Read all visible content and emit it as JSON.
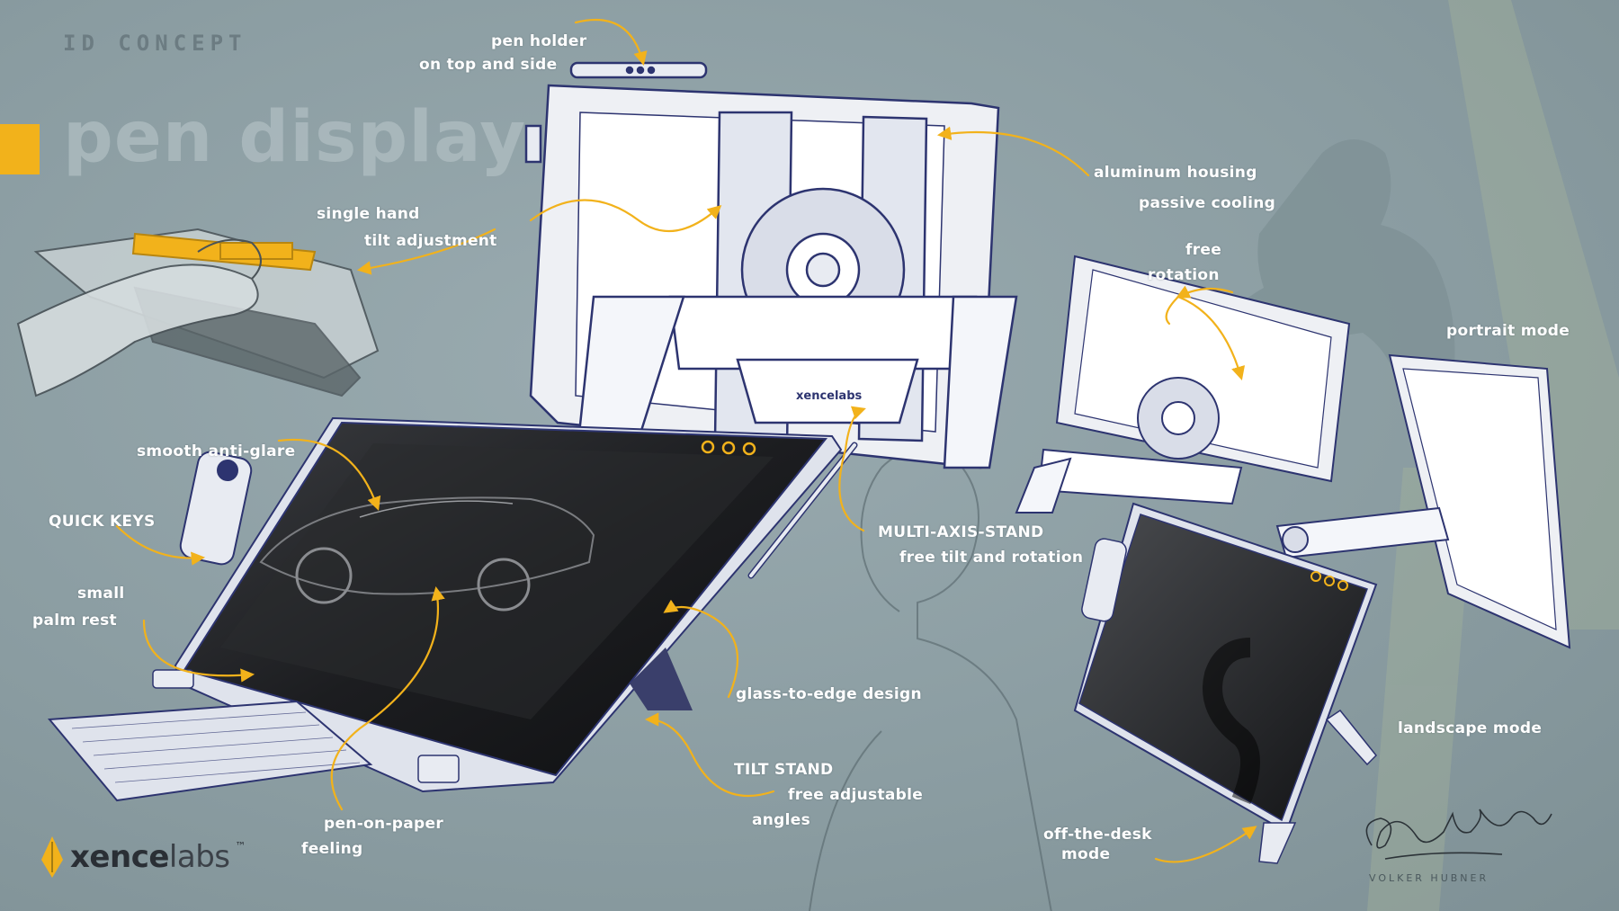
{
  "header": {
    "kicker": "ID CONCEPT",
    "title": "pen display"
  },
  "annotations": {
    "pen_holder_1": "pen holder",
    "pen_holder_2": "on top and side",
    "aluminum": "aluminum housing",
    "cooling": "passive cooling",
    "single_hand": "single hand",
    "tilt_adjust": "tilt adjustment",
    "free": "free",
    "rotation": "rotation",
    "portrait": "portrait mode",
    "anti_glare": "smooth anti-glare",
    "quick_keys": "QUICK KEYS",
    "small": "small",
    "palm_rest": "palm rest",
    "multi_axis": "MULTI-AXIS-STAND",
    "free_tilt_rot": "free tilt and rotation",
    "glass_edge": "glass-to-edge design",
    "tilt_stand": "TILT STAND",
    "free_adj": "free adjustable",
    "angles": "angles",
    "pen_on_paper": "pen-on-paper",
    "feeling": "feeling",
    "landscape": "landscape mode",
    "off_desk_1": "off-the-desk",
    "off_desk_2": "mode"
  },
  "brand": {
    "logo_bold": "xence",
    "logo_thin": "labs",
    "tm": "™",
    "device_label": "xencelabs",
    "signature_name": "VOLKER HUBNER"
  },
  "colors": {
    "background": "#8ea0a5",
    "accent": "#f2b21b",
    "annotation_text": "#ffffff",
    "line_art": "#2d3470",
    "screen": "#1a1b1e"
  },
  "icons": [
    "sparkle-pen-nib-icon",
    "quick-key-dots-icon"
  ]
}
